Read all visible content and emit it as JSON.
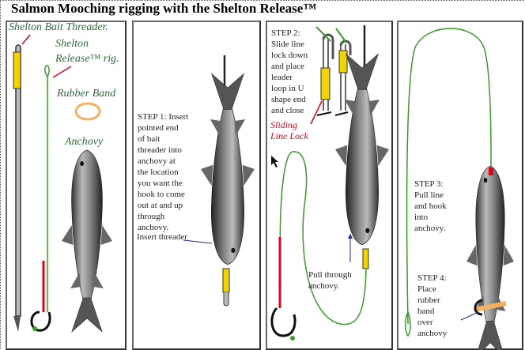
{
  "title": "Salmon Mooching rigging with the Shelton Release™",
  "panel1": {
    "label_threader": "Shelton Bait Threader.",
    "label_rig_line1": "Shelton",
    "label_rig_line2": "Release™ rig.",
    "label_band": "Rubber Band",
    "label_anchovy": "Anchovy"
  },
  "panel2": {
    "step1": [
      "STEP 1: Insert",
      "pointed end",
      "of bait",
      "threader into",
      "anchovy at",
      "the location",
      "you want the",
      "hook to come",
      "out at and up",
      "through",
      "anchovy."
    ],
    "insert_label": "Insert threader"
  },
  "panel3": {
    "step2": [
      "STEP 2:",
      "Slide line",
      "lock down",
      "and place",
      "leader",
      "loop in U",
      "shape end",
      "and close"
    ],
    "lock_label": [
      "Sliding",
      "Line Lock"
    ],
    "pull_label": [
      "Pull through",
      "anchovy."
    ]
  },
  "panel4": {
    "step3": [
      "STEP 3:",
      "Pull line",
      "and hook",
      "into",
      "anchovy."
    ],
    "step4": [
      "STEP 4:",
      "Place",
      "rubber",
      "band",
      "over",
      "anchovy"
    ]
  },
  "colors": {
    "line": "#3a9a2a",
    "lock": "#f2d400",
    "red": "#e0001a",
    "band": "#f2b060",
    "label_green": "#2f6b3a"
  }
}
